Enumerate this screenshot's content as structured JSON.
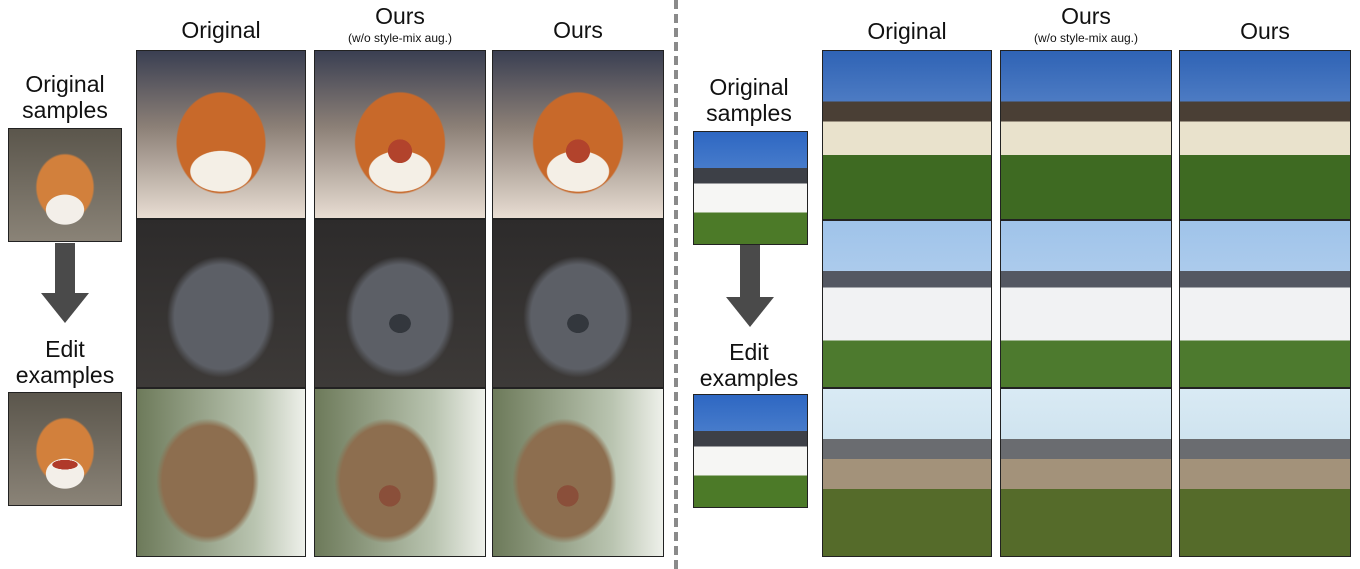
{
  "left_panel": {
    "side_labels": {
      "original_line1": "Original",
      "original_line2": "samples",
      "edit_line1": "Edit",
      "edit_line2": "examples"
    },
    "columns": [
      {
        "title": "Original",
        "subtitle": ""
      },
      {
        "title": "Ours",
        "subtitle": "(w/o style-mix aug.)"
      },
      {
        "title": "Ours",
        "subtitle": ""
      }
    ]
  },
  "right_panel": {
    "side_labels": {
      "original_line1": "Original",
      "original_line2": "samples",
      "edit_line1": "Edit",
      "edit_line2": "examples"
    },
    "columns": [
      {
        "title": "Original",
        "subtitle": ""
      },
      {
        "title": "Ours",
        "subtitle": "(w/o style-mix aug.)"
      },
      {
        "title": "Ours",
        "subtitle": ""
      }
    ]
  },
  "colors": {
    "divider": "#8a8a8a",
    "arrow": "#4a4a4a",
    "image_border": "#222222"
  }
}
